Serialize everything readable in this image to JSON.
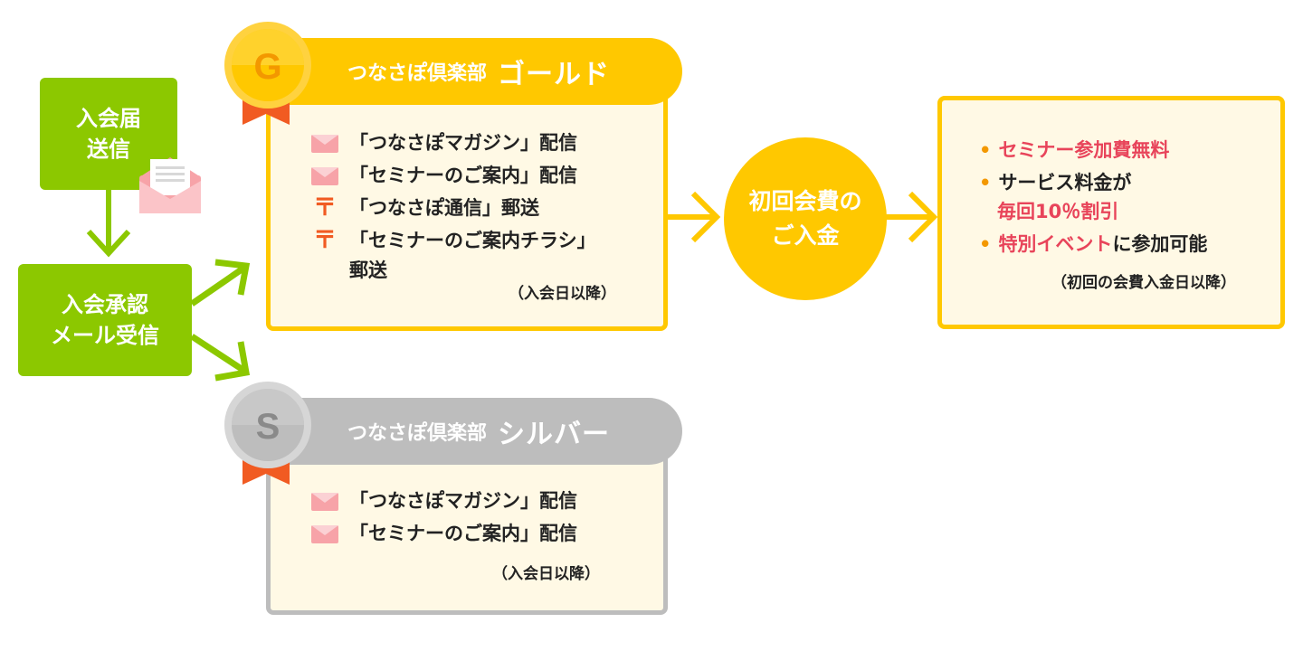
{
  "steps": {
    "submit": {
      "line1": "入会届",
      "line2": "送信"
    },
    "approval": {
      "line1": "入会承認",
      "line2": "メール受信"
    }
  },
  "gold": {
    "badge_letter": "G",
    "club": "つなさぽ倶楽部",
    "rank": "ゴールド",
    "items": [
      {
        "icon": "mail-icon",
        "text": "「つなさぽマガジン」配信"
      },
      {
        "icon": "mail-icon",
        "text": "「セミナーのご案内」配信"
      },
      {
        "icon": "postal-mark-icon",
        "glyph": "〒",
        "text": "「つなさぽ通信」郵送"
      },
      {
        "icon": "postal-mark-icon",
        "glyph": "〒",
        "text": "「セミナーのご案内チラシ」",
        "text2": "郵送"
      }
    ],
    "note": "（入会日以降）"
  },
  "silver": {
    "badge_letter": "S",
    "club": "つなさぽ倶楽部",
    "rank": "シルバー",
    "items": [
      {
        "icon": "mail-icon",
        "text": "「つなさぽマガジン」配信"
      },
      {
        "icon": "mail-icon",
        "text": "「セミナーのご案内」配信"
      }
    ],
    "note": "（入会日以降）"
  },
  "payment": {
    "line1": "初回会費の",
    "line2": "ご入金"
  },
  "benefits": {
    "b1": "セミナー参加費無料",
    "b2a": "サービス料金が",
    "b2b": "毎回10％割引",
    "b3a": "特別イベント",
    "b3b": "に参加可能",
    "note": "（初回の会費入金日以降）",
    "bullet": "•"
  },
  "colors": {
    "green": "#8cc800",
    "gold": "#ffc800",
    "silver": "#bdbdbd",
    "panel_bg": "#fff9e5",
    "accent_red": "#e8445a",
    "ribbon": "#f15b22"
  }
}
